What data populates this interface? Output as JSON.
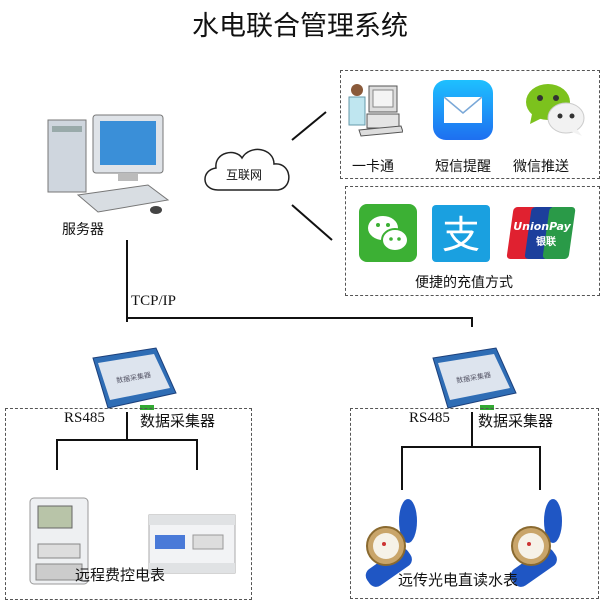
{
  "title": "水电联合管理系统",
  "server": {
    "label": "服务器"
  },
  "cloud": {
    "label": "互联网"
  },
  "services": [
    {
      "label": "一卡通",
      "icon": "card-terminal-icon"
    },
    {
      "label": "短信提醒",
      "icon": "mail-icon"
    },
    {
      "label": "微信推送",
      "icon": "wechat-bubbles-icon"
    }
  ],
  "payment": {
    "label": "便捷的充值方式",
    "unionpay_logo_text": "UnionPay 银联",
    "alipay_glyph": "支"
  },
  "network": {
    "protocol": "TCP/IP"
  },
  "collector_device_text": "数据采集器",
  "left_group": {
    "bus": "RS485",
    "collector": "数据采集器",
    "label": "远程费控电表"
  },
  "right_group": {
    "bus": "RS485",
    "collector": "数据采集器",
    "label": "远传光电直读水表"
  },
  "colors": {
    "wechat_green": "#3cb034",
    "alipay_blue": "#1aa0e0",
    "mail_blue": "#1e7ff0",
    "device_blue": "#2f6db5",
    "meter_blue": "#1f56c4"
  }
}
